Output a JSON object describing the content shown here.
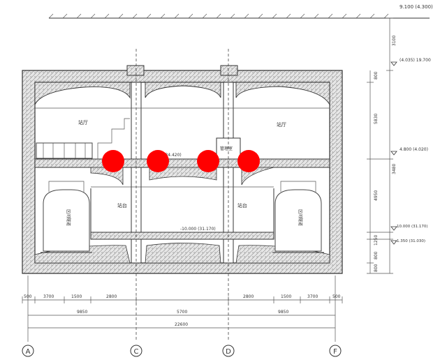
{
  "grid_axes": [
    "A",
    "C",
    "D",
    "F"
  ],
  "elevations": {
    "ground": "9.100 (4.300)",
    "roof_top": "(4.035) 19.700",
    "slab_mid": "4.800 (4.020)",
    "platform": "-10.000 (31.170)",
    "base": "-1.350 (31.030)",
    "center_slab": "4.800 (34.420)",
    "center_platform": "-10.000 (31.170)"
  },
  "room_labels": {
    "upper_left": "站厅",
    "upper_right": "站厅",
    "lower_left": "站台",
    "lower_right": "站台",
    "center_box": "管理室"
  },
  "track_labels": {
    "left": "区间隧道",
    "right": "区间隧道"
  },
  "dims_bottom_row1": [
    "500",
    "3700",
    "1500",
    "2800",
    "2800",
    "1500",
    "3700",
    "500"
  ],
  "dims_bottom_row2": [
    "9850",
    "5700",
    "9850"
  ],
  "dims_bottom_row3": [
    "22600"
  ],
  "dims_right": [
    "3100",
    "800",
    "5830",
    "3480",
    "4950",
    "1250",
    "800",
    "800"
  ],
  "markers_color": "#ff0000",
  "markers_count": 4
}
